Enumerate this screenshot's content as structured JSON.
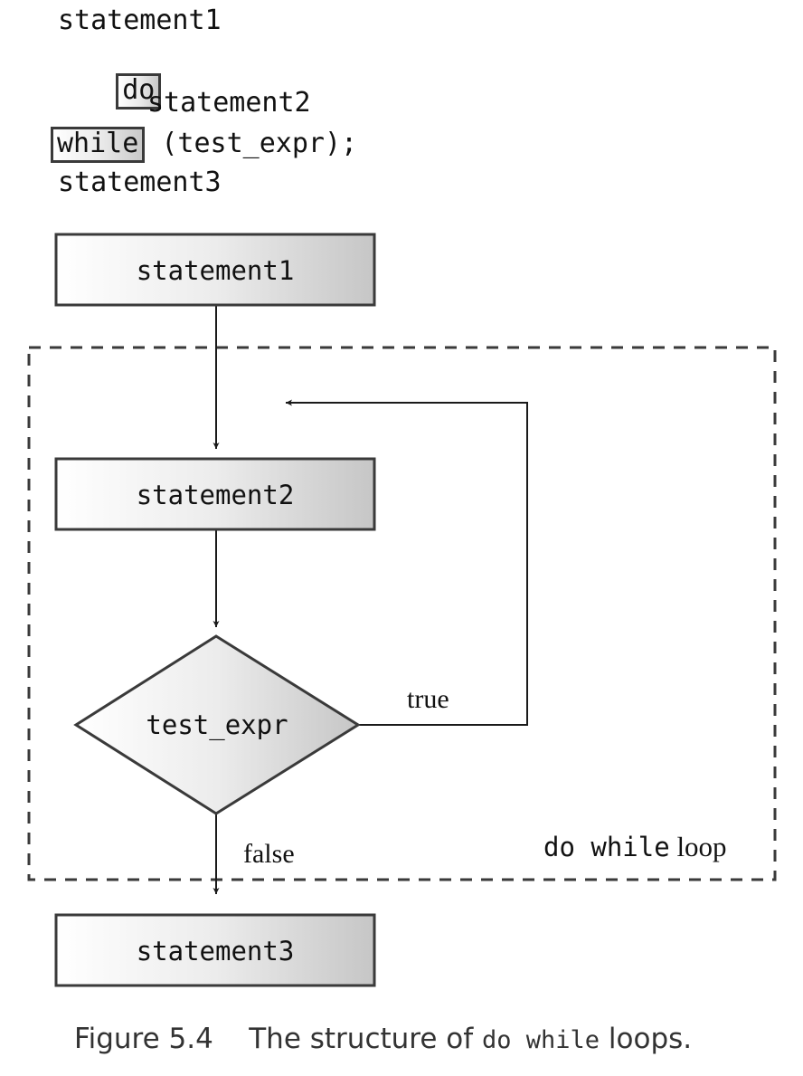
{
  "code_listing": {
    "line1": "statement1",
    "do_keyword": "do",
    "line3": "statement2",
    "while_keyword": "while",
    "while_rest": " (test_expr);",
    "line5": "statement3"
  },
  "flowchart": {
    "box1": "statement1",
    "box2": "statement2",
    "decision": "test_expr",
    "box3": "statement3",
    "true_label": "true",
    "false_label": "false",
    "region_label_code": "do while",
    "region_label_text": " loop"
  },
  "caption": {
    "figure_number": "Figure 5.4",
    "text_before": "The structure of ",
    "code": "do while",
    "text_after": " loops."
  },
  "colors": {
    "stroke": "#3a3a3a",
    "fill_light": "#ffffff",
    "fill_dark": "#c8c8c8",
    "caption_text": "#333333"
  }
}
